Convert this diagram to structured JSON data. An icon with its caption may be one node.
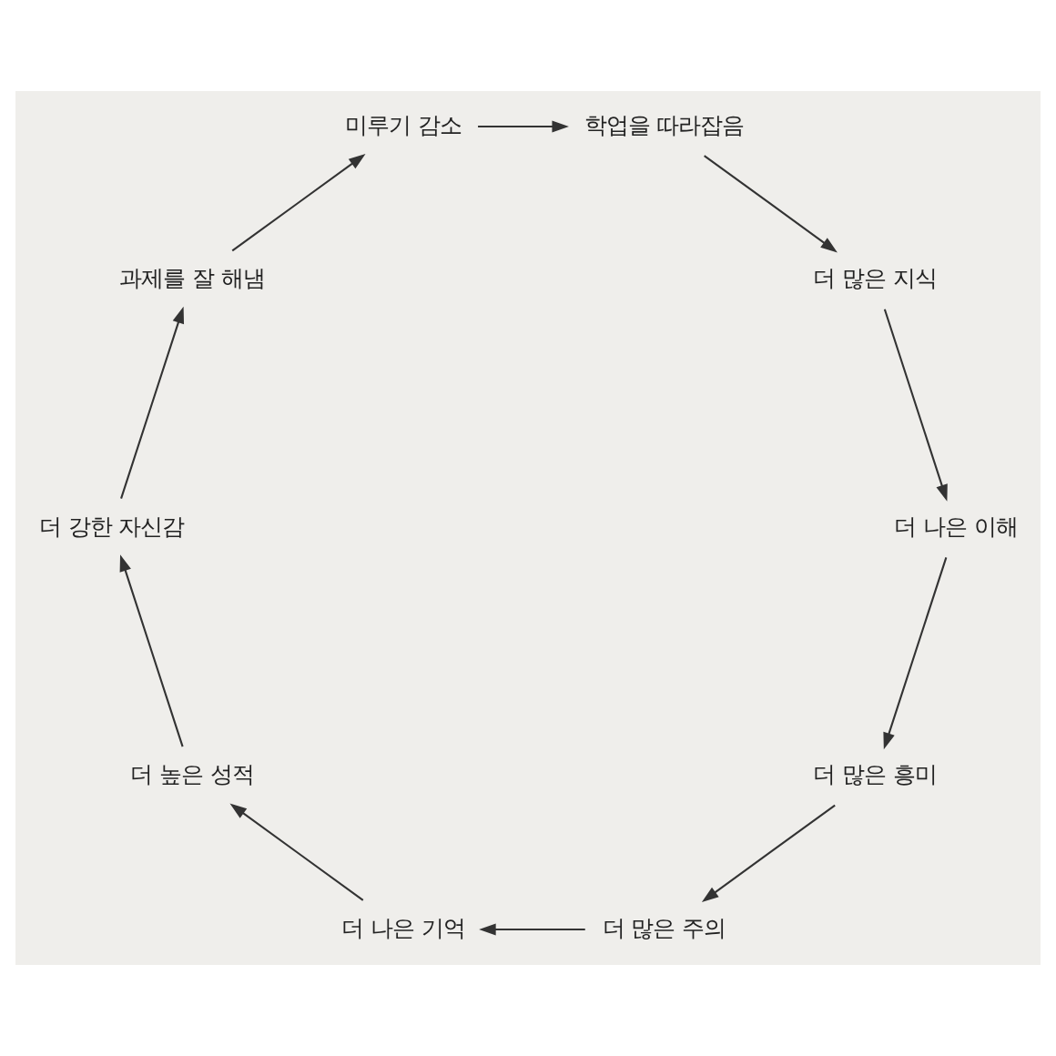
{
  "diagram": {
    "nodes": [
      {
        "text": [
          "더 많은 흥미"
        ]
      },
      {
        "text": [
          "더 많은 주의"
        ]
      },
      {
        "text": [
          "더 나은 기억"
        ]
      },
      {
        "text": [
          "더 높은 성적"
        ]
      },
      {
        "text": [
          "더 강한 자신감"
        ]
      },
      {
        "text": [
          "과제를 잘 해냄"
        ]
      },
      {
        "text": [
          "미루기 감소"
        ]
      },
      {
        "text": [
          "학업을 따라잡음"
        ]
      },
      {
        "text": [
          "더 많은 지식"
        ]
      },
      {
        "text": [
          "더 나은 이해"
        ]
      }
    ],
    "edges": [
      {
        "from": 0,
        "to": 1,
        "arrow": "to"
      },
      {
        "from": 1,
        "to": 2,
        "arrow": "to"
      },
      {
        "from": 2,
        "to": 3,
        "arrow": "to"
      },
      {
        "from": 3,
        "to": 4,
        "arrow": "to"
      },
      {
        "from": 4,
        "to": 5,
        "arrow": "to"
      },
      {
        "from": 5,
        "to": 6,
        "arrow": "to"
      },
      {
        "from": 6,
        "to": 7,
        "arrow": "to"
      },
      {
        "from": 7,
        "to": 8,
        "arrow": "to"
      },
      {
        "from": 8,
        "to": 9,
        "arrow": "to"
      },
      {
        "from": 9,
        "to": 0,
        "arrow": "to"
      }
    ]
  }
}
